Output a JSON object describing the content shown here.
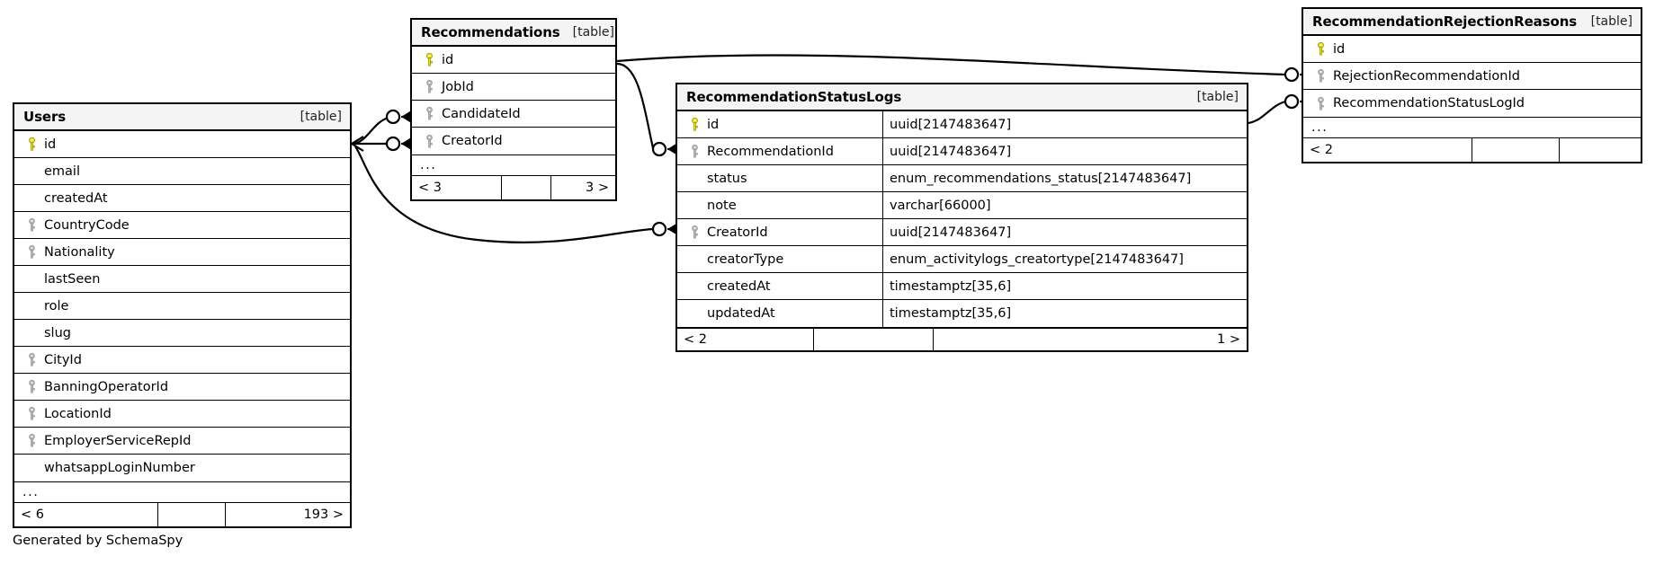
{
  "diagram": {
    "generator_credit": "Generated by SchemaSpy",
    "table_tag": "[table]",
    "ellipsis": "...",
    "colors": {
      "primary_key": "#e8e400",
      "foreign_key": "#b3b3b3",
      "header_background": "#f4f4f4",
      "border": "#000000",
      "page_background": "#ffffff"
    }
  },
  "tables": {
    "users": {
      "title": "Users",
      "tag": "[table]",
      "columns": [
        {
          "name": "id",
          "key": "primary"
        },
        {
          "name": "email",
          "key": "none"
        },
        {
          "name": "createdAt",
          "key": "none"
        },
        {
          "name": "CountryCode",
          "key": "foreign"
        },
        {
          "name": "Nationality",
          "key": "foreign"
        },
        {
          "name": "lastSeen",
          "key": "none"
        },
        {
          "name": "role",
          "key": "none"
        },
        {
          "name": "slug",
          "key": "none"
        },
        {
          "name": "CityId",
          "key": "foreign"
        },
        {
          "name": "BanningOperatorId",
          "key": "foreign"
        },
        {
          "name": "LocationId",
          "key": "foreign"
        },
        {
          "name": "EmployerServiceRepId",
          "key": "foreign"
        },
        {
          "name": "whatsappLoginNumber",
          "key": "none"
        }
      ],
      "more_indicator": "...",
      "footer": {
        "left": "< 6",
        "middle": "",
        "right": "193 >"
      }
    },
    "recommendations": {
      "title": "Recommendations",
      "tag": "[table]",
      "columns": [
        {
          "name": "id",
          "key": "primary"
        },
        {
          "name": "JobId",
          "key": "foreign"
        },
        {
          "name": "CandidateId",
          "key": "foreign"
        },
        {
          "name": "CreatorId",
          "key": "foreign"
        }
      ],
      "more_indicator": "...",
      "footer": {
        "left": "< 3",
        "middle": "",
        "right": "3 >"
      }
    },
    "recommendation_status_logs": {
      "title": "RecommendationStatusLogs",
      "tag": "[table]",
      "columns": [
        {
          "name": "id",
          "key": "primary",
          "type": "uuid[2147483647]"
        },
        {
          "name": "RecommendationId",
          "key": "foreign",
          "type": "uuid[2147483647]"
        },
        {
          "name": "status",
          "key": "none",
          "type": "enum_recommendations_status[2147483647]"
        },
        {
          "name": "note",
          "key": "none",
          "type": "varchar[66000]"
        },
        {
          "name": "CreatorId",
          "key": "foreign",
          "type": "uuid[2147483647]"
        },
        {
          "name": "creatorType",
          "key": "none",
          "type": "enum_activitylogs_creatortype[2147483647]"
        },
        {
          "name": "createdAt",
          "key": "none",
          "type": "timestamptz[35,6]"
        },
        {
          "name": "updatedAt",
          "key": "none",
          "type": "timestamptz[35,6]"
        }
      ],
      "footer": {
        "left": "< 2",
        "middle": "",
        "right": "1 >"
      }
    },
    "recommendation_rejection_reasons": {
      "title": "RecommendationRejectionReasons",
      "tag": "[table]",
      "columns": [
        {
          "name": "id",
          "key": "primary"
        },
        {
          "name": "RejectionRecommendationId",
          "key": "foreign"
        },
        {
          "name": "RecommendationStatusLogId",
          "key": "foreign"
        }
      ],
      "more_indicator": "...",
      "footer": {
        "left": "< 2",
        "middle": "",
        "right": ""
      }
    }
  }
}
